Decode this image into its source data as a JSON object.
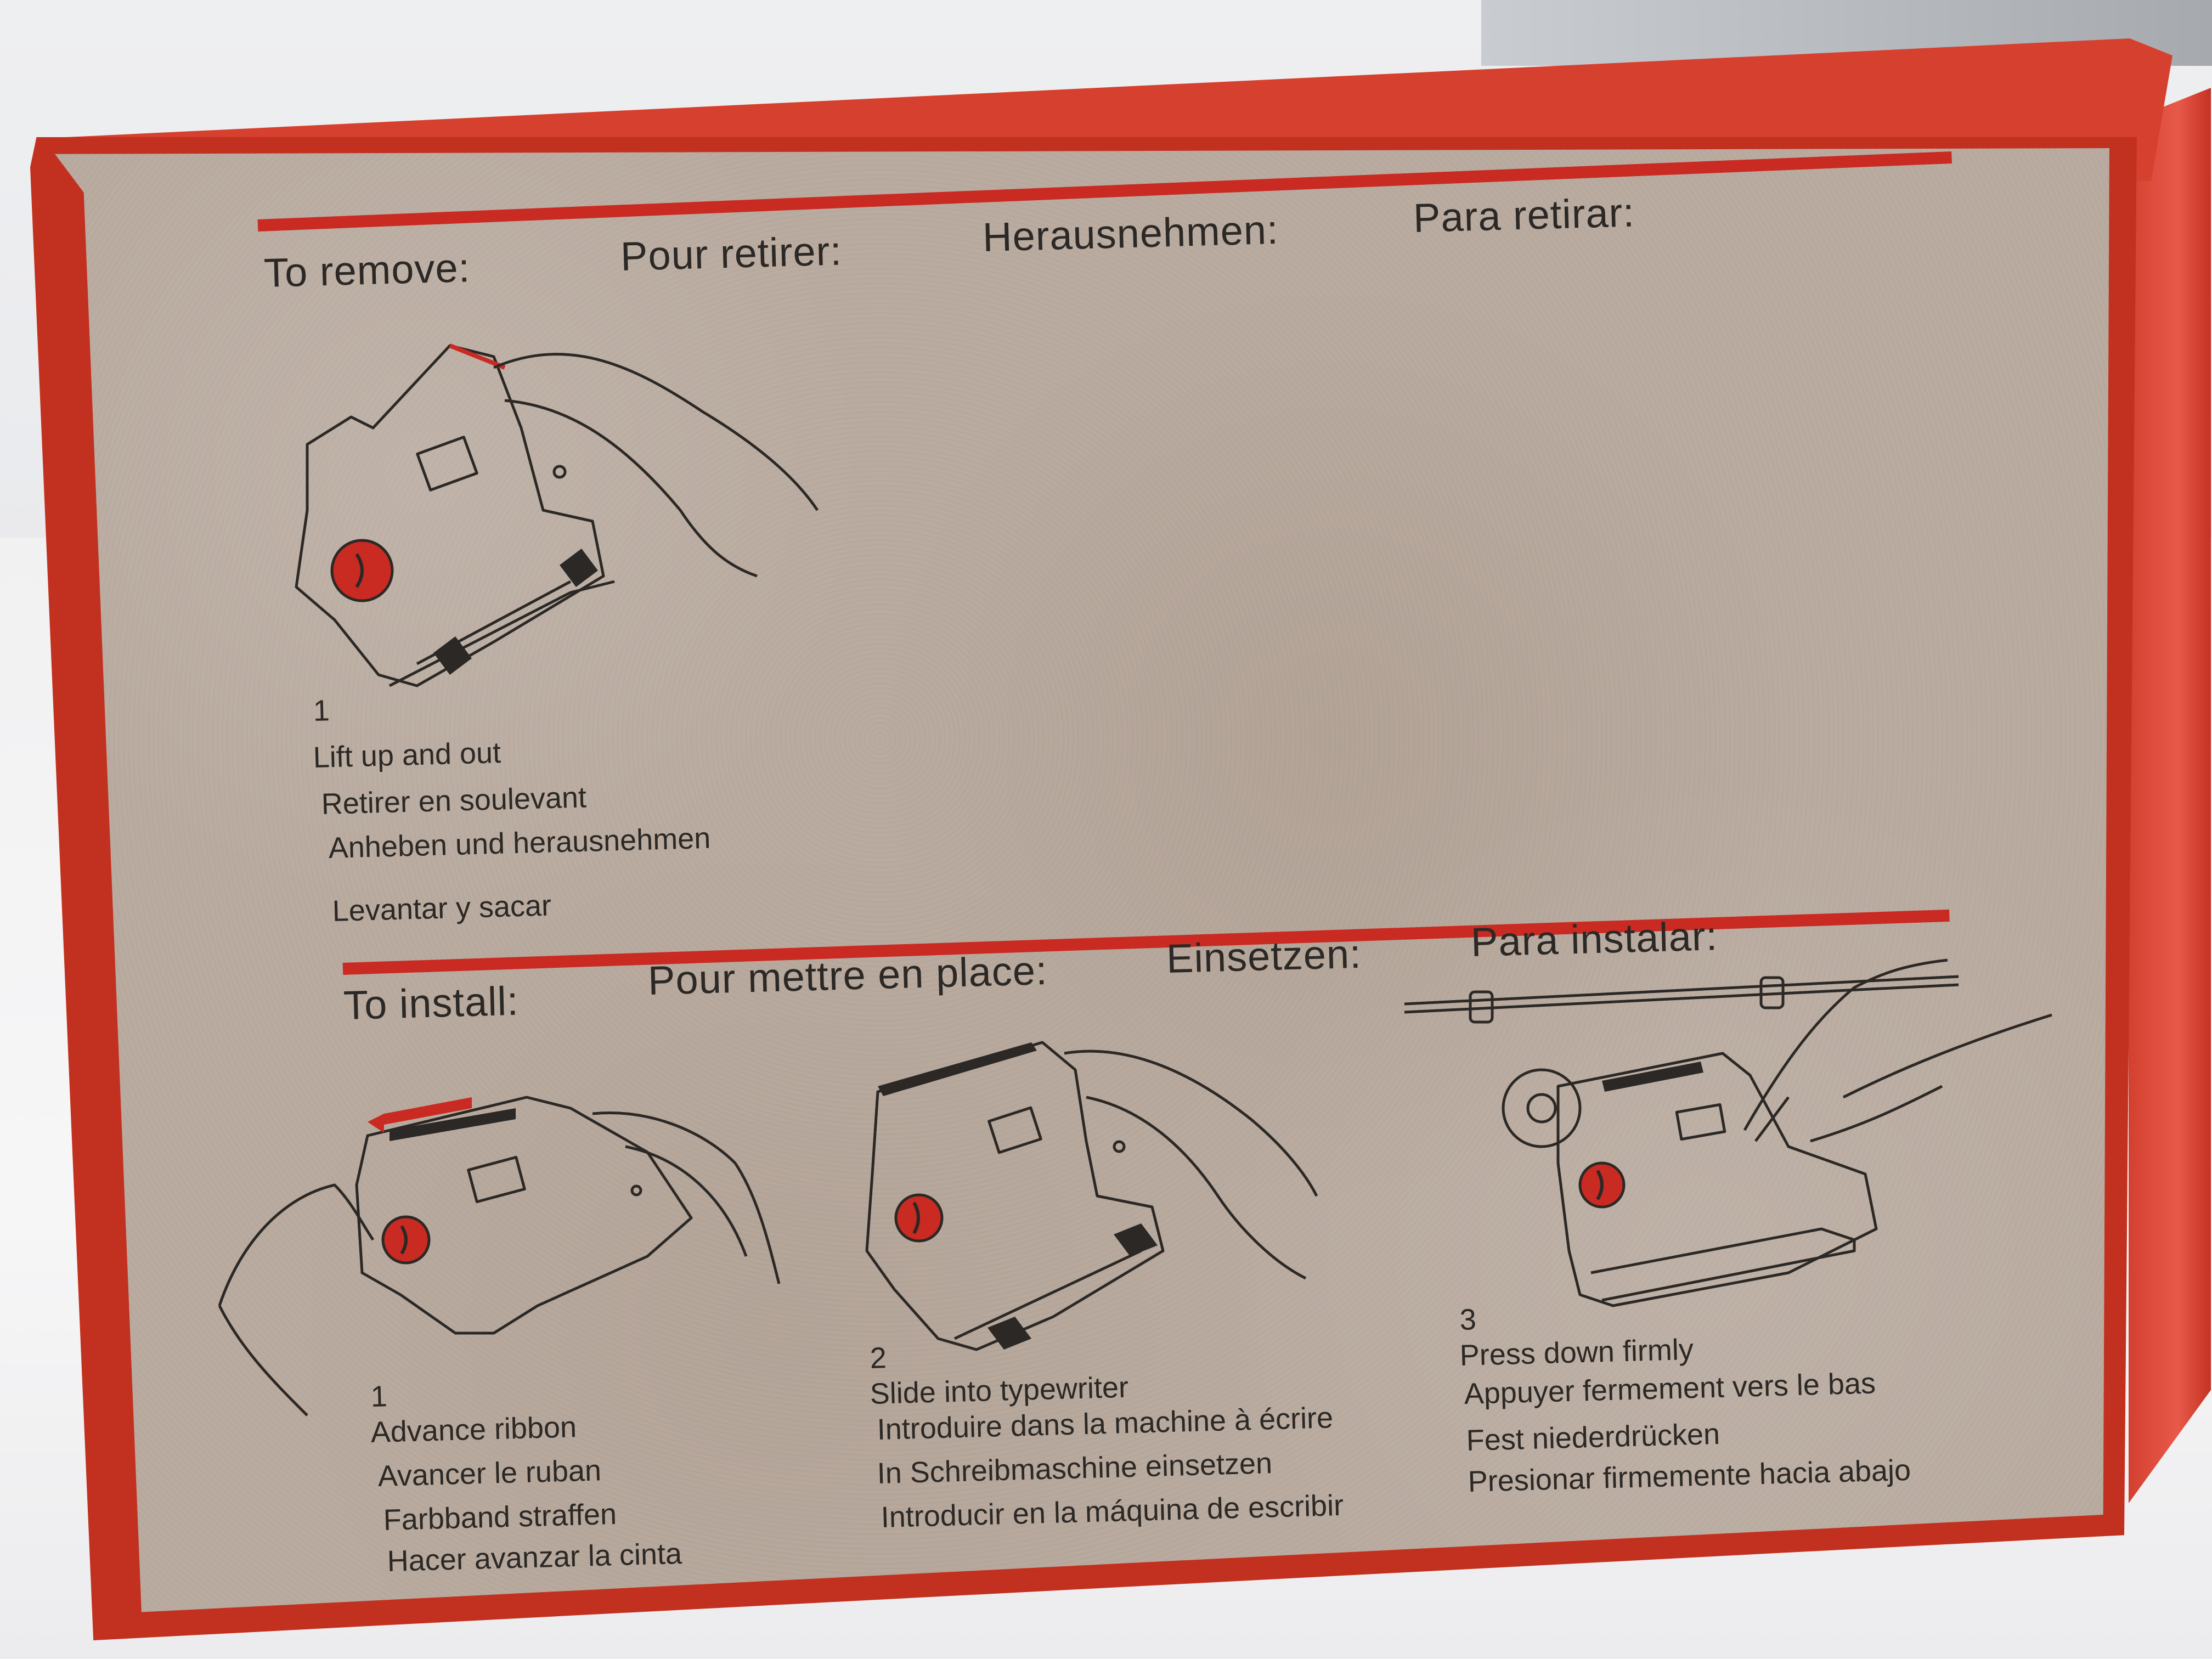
{
  "remove": {
    "headings": [
      "To remove:",
      "Pour retirer:",
      "Herausnehmen:",
      "Para retirar:"
    ],
    "step_number": "1",
    "step_lines": [
      "Lift up and out",
      "Retirer en soulevant",
      "Anheben und herausnehmen",
      "Levantar y sacar"
    ]
  },
  "install": {
    "headings": [
      "To install:",
      "Pour mettre en place:",
      "Einsetzen:",
      "Para instalar:"
    ],
    "steps": [
      {
        "number": "1",
        "lines": [
          "Advance ribbon",
          "Avancer le ruban",
          "Farbband straffen",
          "Hacer avanzar la cinta"
        ]
      },
      {
        "number": "2",
        "lines": [
          "Slide into typewriter",
          "Introduire dans la machine à écrire",
          "In Schreibmaschine einsetzen",
          "Introducir en la máquina de escribir"
        ]
      },
      {
        "number": "3",
        "lines": [
          "Press down firmly",
          "Appuyer fermement vers le bas",
          "Fest niederdrücken",
          "Presionar firmemente hacia abajo"
        ]
      }
    ]
  },
  "colors": {
    "accent_red": "#c92a22",
    "box_red": "#d6402e",
    "panel_beige": "#b9aba0",
    "ink": "#2b2825"
  }
}
